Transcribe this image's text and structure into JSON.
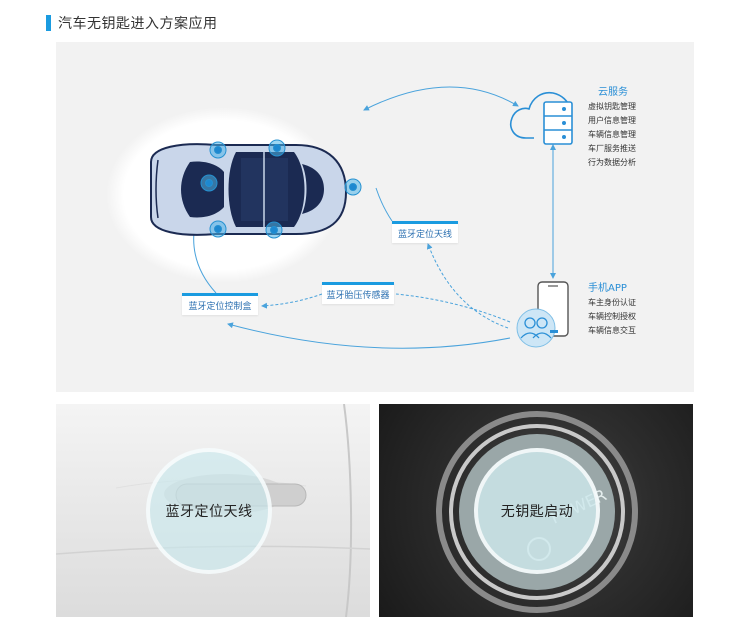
{
  "section": {
    "title": "汽车无钥匙进入方案应用"
  },
  "diagram": {
    "antenna_label": "蓝牙定位天线",
    "controller_label": "蓝牙定位控制盒",
    "tire_sensor_label": "蓝牙胎压传感器",
    "cloud": {
      "title": "云服务",
      "items": [
        "虚拟钥匙管理",
        "用户信息管理",
        "车辆信息管理",
        "车厂服务推送",
        "行为数据分析"
      ]
    },
    "app": {
      "title": "手机APP",
      "items": [
        "车主身份认证",
        "车辆控制授权",
        "车辆信息交互"
      ]
    }
  },
  "photos": {
    "door_label": "蓝牙定位天线",
    "start_label": "无钥匙启动",
    "start_button_text": "POWER"
  },
  "colors": {
    "accent": "#1a9be0",
    "label_text": "#2a6fb0",
    "car_dark": "#1b2a52",
    "car_light": "#c9d6ea"
  }
}
